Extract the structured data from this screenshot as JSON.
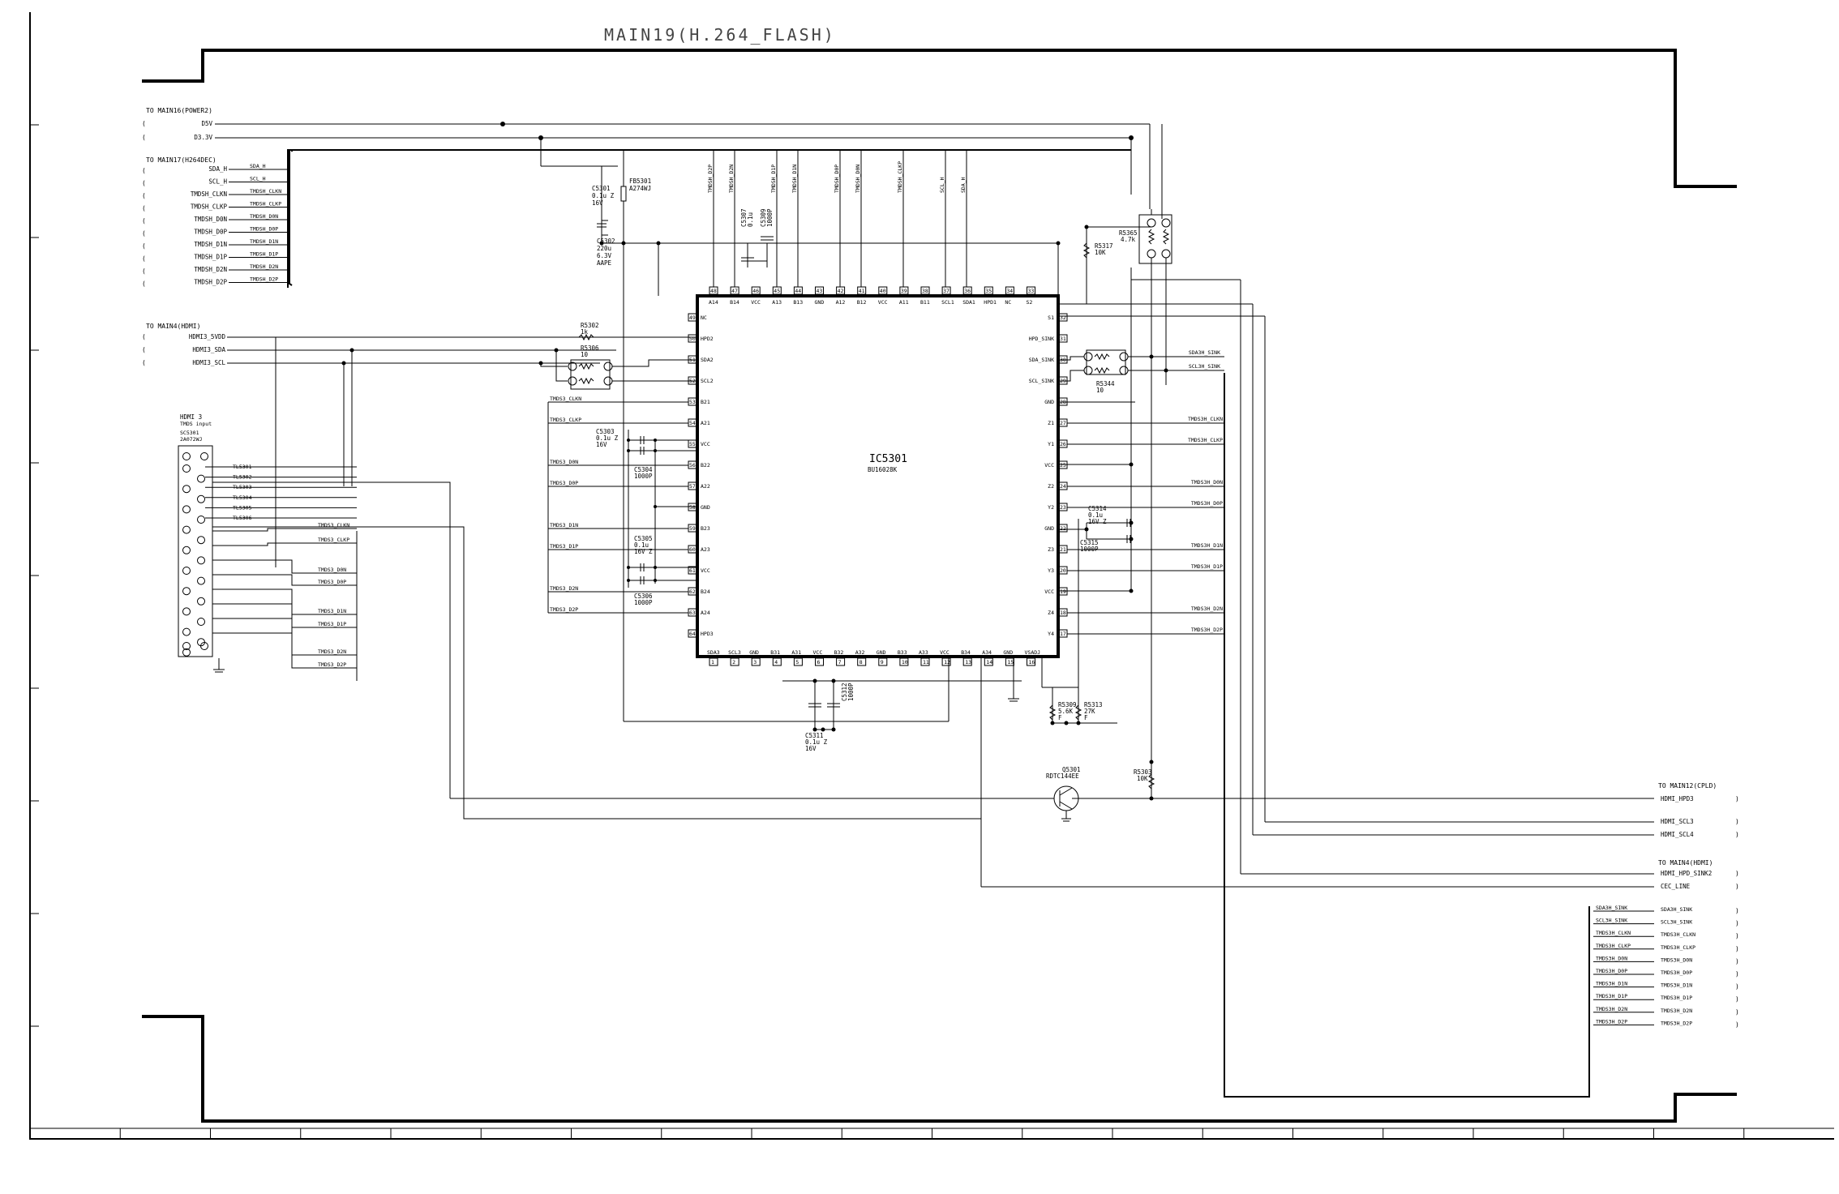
{
  "title": "MAIN19(H.264_FLASH)",
  "left_connectors": {
    "power": {
      "header": "TO MAIN16(POWER2)",
      "nets": [
        "D5V",
        "D3.3V"
      ]
    },
    "dec": {
      "header": "TO MAIN17(H264DEC)",
      "nets": [
        "SDA_H",
        "SCL_H",
        "TMDSH_CLKN",
        "TMDSH_CLKP",
        "TMDSH_D0N",
        "TMDSH_D0P",
        "TMDSH_D1N",
        "TMDSH_D1P",
        "TMDSH_D2N",
        "TMDSH_D2P"
      ]
    },
    "hdmi": {
      "header": "TO MAIN4(HDMI)",
      "nets": [
        "HDMI3_5VDD",
        "HDMI3_SDA",
        "HDMI3_SCL"
      ]
    }
  },
  "top_bus_labels": [
    "TMDSH_D2P",
    "TMDSH_D2N",
    "TMDSH_D1P",
    "TMDSH_D1N",
    "TMDSH_D0P",
    "TMDSH_D0N",
    "TMDSH_CLKP",
    "SCL_H",
    "SDA_H"
  ],
  "ic": {
    "ref": "IC5301",
    "part": "BU16028K",
    "top_pins": [
      [
        "A14",
        "48"
      ],
      [
        "B14",
        "47"
      ],
      [
        "VCC",
        "46"
      ],
      [
        "A13",
        "45"
      ],
      [
        "B13",
        "44"
      ],
      [
        "GND",
        "43"
      ],
      [
        "A12",
        "42"
      ],
      [
        "B12",
        "41"
      ],
      [
        "VCC",
        "40"
      ],
      [
        "A11",
        "39"
      ],
      [
        "B11",
        "38"
      ],
      [
        "SCL1",
        "37"
      ],
      [
        "SDA1",
        "36"
      ],
      [
        "HPD1",
        "35"
      ],
      [
        "NC",
        "34"
      ],
      [
        "S2",
        "33"
      ]
    ],
    "bottom_pins": [
      [
        "SDA3",
        "1"
      ],
      [
        "SCL3",
        "2"
      ],
      [
        "GND",
        "3"
      ],
      [
        "B31",
        "4"
      ],
      [
        "A31",
        "5"
      ],
      [
        "VCC",
        "6"
      ],
      [
        "B32",
        "7"
      ],
      [
        "A32",
        "8"
      ],
      [
        "GND",
        "9"
      ],
      [
        "B33",
        "10"
      ],
      [
        "A33",
        "11"
      ],
      [
        "VCC",
        "12"
      ],
      [
        "B34",
        "13"
      ],
      [
        "A34",
        "14"
      ],
      [
        "GND",
        "15"
      ],
      [
        "VSADJ",
        "16"
      ]
    ],
    "left_pins": [
      [
        "NC",
        "49"
      ],
      [
        "HPD2",
        "50"
      ],
      [
        "SDA2",
        "51"
      ],
      [
        "SCL2",
        "52"
      ],
      [
        "B21",
        "53"
      ],
      [
        "A21",
        "54"
      ],
      [
        "VCC",
        "55"
      ],
      [
        "B22",
        "56"
      ],
      [
        "A22",
        "57"
      ],
      [
        "GND",
        "58"
      ],
      [
        "B23",
        "59"
      ],
      [
        "A23",
        "60"
      ],
      [
        "VCC",
        "61"
      ],
      [
        "B24",
        "62"
      ],
      [
        "A24",
        "63"
      ],
      [
        "HPD3",
        "64"
      ]
    ],
    "right_pins": [
      [
        "S1",
        "32"
      ],
      [
        "HPD_SINK",
        "31"
      ],
      [
        "SDA_SINK",
        "30"
      ],
      [
        "SCL_SINK",
        "29"
      ],
      [
        "GND",
        "28"
      ],
      [
        "Z1",
        "27"
      ],
      [
        "Y1",
        "26"
      ],
      [
        "VCC",
        "25"
      ],
      [
        "Z2",
        "24"
      ],
      [
        "Y2",
        "23"
      ],
      [
        "GND",
        "22"
      ],
      [
        "Z3",
        "21"
      ],
      [
        "Y3",
        "20"
      ],
      [
        "VCC",
        "19"
      ],
      [
        "Z4",
        "18"
      ],
      [
        "Y4",
        "17"
      ]
    ]
  },
  "ic_left_nets": [
    "TMDS3_CLKN",
    "TMDS3_CLKP",
    "TMDS3_D0N",
    "TMDS3_D0P",
    "TMDS3_D1N",
    "TMDS3_D1P",
    "TMDS3_D2N",
    "TMDS3_D2P"
  ],
  "ic_right_nets": [
    "SDA3H_SINK",
    "SCL3H_SINK",
    "TMDS3H_CLKN",
    "TMDS3H_CLKP",
    "TMDS3H_D0N",
    "TMDS3H_D0P",
    "TMDS3H_D1N",
    "TMDS3H_D1P",
    "TMDS3H_D2N",
    "TMDS3H_D2P"
  ],
  "hdmi_input": {
    "header": "HDMI 3",
    "sub": "TMDS input",
    "ref": "SC5301",
    "part": "2A072WJ",
    "test_points": [
      "TL5301",
      "TL5302",
      "TL5303",
      "TL5304",
      "TL5305",
      "TL5306"
    ],
    "nets": [
      "TMDS3_CLKN",
      "TMDS3_CLKP",
      "TMDS3_D0N",
      "TMDS3_D0P",
      "TMDS3_D1N",
      "TMDS3_D1P",
      "TMDS3_D2N",
      "TMDS3_D2P"
    ]
  },
  "components": {
    "c5301": [
      "C5301",
      "0.1u Z",
      "16V"
    ],
    "fb5301": [
      "FB5301",
      "A274WJ"
    ],
    "c5302": [
      "C5302",
      "220u",
      "6.3V",
      "AAPE"
    ],
    "c5307": [
      "C5307",
      "0.1u"
    ],
    "c5309": [
      "C5309",
      "1000P"
    ],
    "r5302": [
      "R5302",
      "1k"
    ],
    "r5306": [
      "R5306",
      "10"
    ],
    "c5303": [
      "C5303",
      "0.1u Z",
      "16V"
    ],
    "c5304": [
      "C5304",
      "1000P"
    ],
    "c5305": [
      "C5305",
      "0.1u",
      "16V Z"
    ],
    "c5306": [
      "C5306",
      "1000P"
    ],
    "c5314": [
      "C5314",
      "0.1u",
      "16V Z"
    ],
    "c5315": [
      "C5315",
      "1000P"
    ],
    "r5317": [
      "R5317",
      "10K"
    ],
    "r5365": [
      "R5365",
      "4.7k"
    ],
    "r5344": [
      "R5344",
      "10"
    ],
    "c5311": [
      "C5311",
      "0.1u Z",
      "16V"
    ],
    "c5312": [
      "C5312",
      "1000P"
    ],
    "r5309": [
      "R5309",
      "5.6K",
      "F"
    ],
    "r5313": [
      "R5313",
      "27K",
      "F"
    ],
    "q5301": [
      "Q5301",
      "RDTC144EE"
    ],
    "r5303": [
      "R5303",
      "10K"
    ]
  },
  "right_connectors": {
    "cpld": {
      "header": "TO MAIN12(CPLD)",
      "nets": [
        "HDMI_HPD3",
        "HDMI_SCL3",
        "HDMI_SCL4"
      ]
    },
    "hdmi4": {
      "header": "TO MAIN4(HDMI)",
      "nets": [
        "HDMI_HPD_SINK2",
        "CEC_LINE"
      ]
    },
    "sink": [
      "SDA3H_SINK",
      "SCL3H_SINK",
      "TMDS3H_CLKN",
      "TMDS3H_CLKP",
      "TMDS3H_D0N",
      "TMDS3H_D0P",
      "TMDS3H_D1N",
      "TMDS3H_D1P",
      "TMDS3H_D2N",
      "TMDS3H_D2P"
    ]
  }
}
